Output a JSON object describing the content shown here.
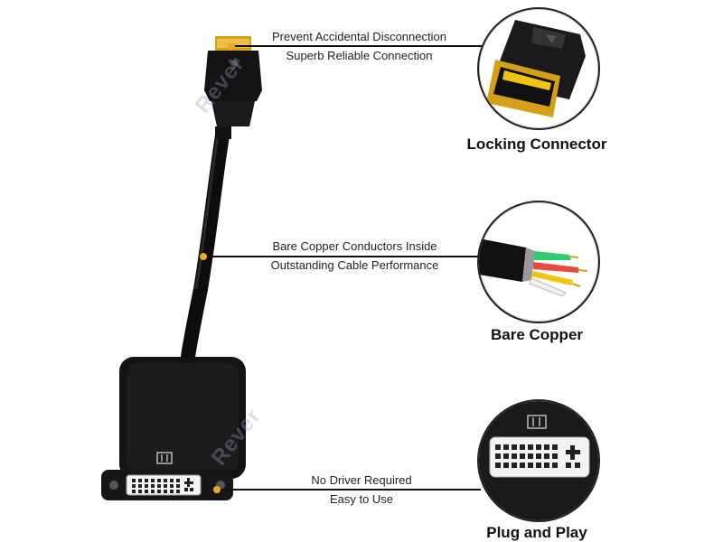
{
  "callouts": [
    {
      "id": "locking",
      "line1": "Prevent Accidental Disconnection",
      "line2": "Superb Reliable Connection",
      "caption": "Locking Connector"
    },
    {
      "id": "copper",
      "line1": "Bare Copper Conductors Inside",
      "line2": "Outstanding Cable Performance",
      "caption": "Bare Copper"
    },
    {
      "id": "plug",
      "line1": "No Driver Required",
      "line2": "Easy to Use",
      "caption": "Plug and Play"
    }
  ],
  "watermark": {
    "text_top": "Rever",
    "text_bottom": "Rever"
  },
  "colors": {
    "cable": "#111111",
    "connector_gold": "#d4a017",
    "accent_dot": "#f5a623",
    "wire_red": "#e74c3c",
    "wire_green": "#2ecc71",
    "wire_yellow": "#f1c40f",
    "wire_white": "#f2f2f2"
  },
  "icons": {
    "displayport_connector": "displayport-plug-icon",
    "dvi_port": "dvi-port-icon",
    "cable_cross_section": "copper-wires-icon",
    "dvi_symbol": "dvi-symbol-icon"
  }
}
